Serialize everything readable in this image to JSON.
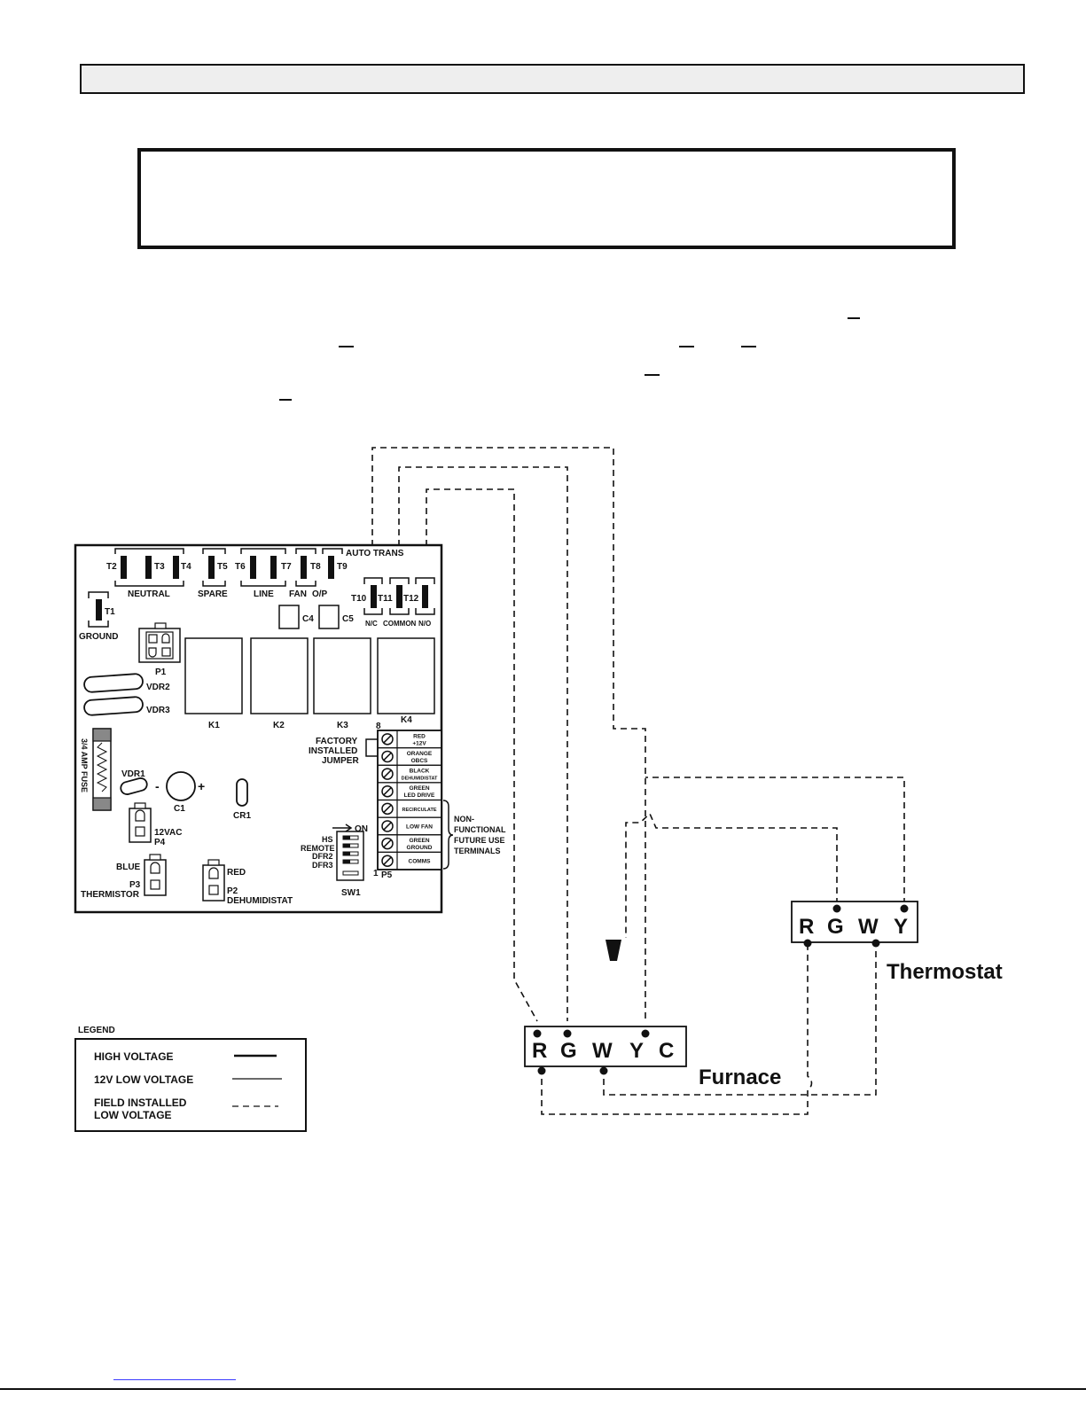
{
  "board": {
    "auto_trans": "AUTO TRANS",
    "t1": "T1",
    "t2": "T2",
    "t3": "T3",
    "t4": "T4",
    "t5": "T5",
    "t6": "T6",
    "t7": "T7",
    "t8": "T8",
    "t9": "T9",
    "t10": "T10",
    "t11": "T11",
    "t12": "T12",
    "neutral": "NEUTRAL",
    "spare": "SPARE",
    "line": "LINE",
    "fan": "FAN",
    "op": "O/P",
    "ground": "GROUND",
    "nc": "N/C",
    "common": "COMMON",
    "no": "N/O",
    "c4": "C4",
    "c5": "C5",
    "p1": "P1",
    "vdr2": "VDR2",
    "vdr3": "VDR3",
    "vdr1": "VDR1",
    "k1": "K1",
    "k2": "K2",
    "k3": "K3",
    "k4": "K4",
    "fuse": "3/4 AMP FUSE",
    "c1": "C1",
    "minus": "-",
    "plus": "+",
    "cr1": "CR1",
    "p4_label": "12VAC",
    "p4": "P4",
    "blue": "BLUE",
    "p3": "P3",
    "thermistor": "THERMISTOR",
    "red": "RED",
    "p2": "P2",
    "dehumidistat": "DEHUMIDISTAT",
    "jumper_line1": "FACTORY",
    "jumper_line2": "INSTALLED",
    "jumper_line3": "JUMPER",
    "pin8": "8",
    "pin1": "1",
    "p5": "P5",
    "sw_on": "ON",
    "sw1": "SW1",
    "sw_hs": "HS",
    "sw_remote": "REMOTE",
    "sw_dfr2": "DFR2",
    "sw_dfr3": "DFR3",
    "p5_terminals": [
      {
        "l1": "RED",
        "l2": "+12V"
      },
      {
        "l1": "ORANGE",
        "l2": "OBCS"
      },
      {
        "l1": "BLACK",
        "l2": "DEHUMIDISTAT"
      },
      {
        "l1": "GREEN",
        "l2": "LED DRIVE"
      },
      {
        "l1": "RECIRCULATE",
        "l2": ""
      },
      {
        "l1": "LOW FAN",
        "l2": ""
      },
      {
        "l1": "GREEN",
        "l2": "GROUND"
      },
      {
        "l1": "COMMS",
        "l2": ""
      }
    ],
    "nonfunc": [
      "NON-",
      "FUNCTIONAL",
      "FUTURE USE",
      "TERMINALS"
    ]
  },
  "legend": {
    "title": "LEGEND",
    "high_voltage": "HIGH VOLTAGE",
    "low_voltage": "12V  LOW VOLTAGE",
    "field_line1": "FIELD INSTALLED",
    "field_line2": "LOW VOLTAGE"
  },
  "furnace": {
    "label": "Furnace",
    "terminals": [
      "R",
      "G",
      "W",
      "Y",
      "C"
    ]
  },
  "thermostat": {
    "label": "Thermostat",
    "terminals": [
      "R",
      "G",
      "W",
      "Y"
    ]
  }
}
